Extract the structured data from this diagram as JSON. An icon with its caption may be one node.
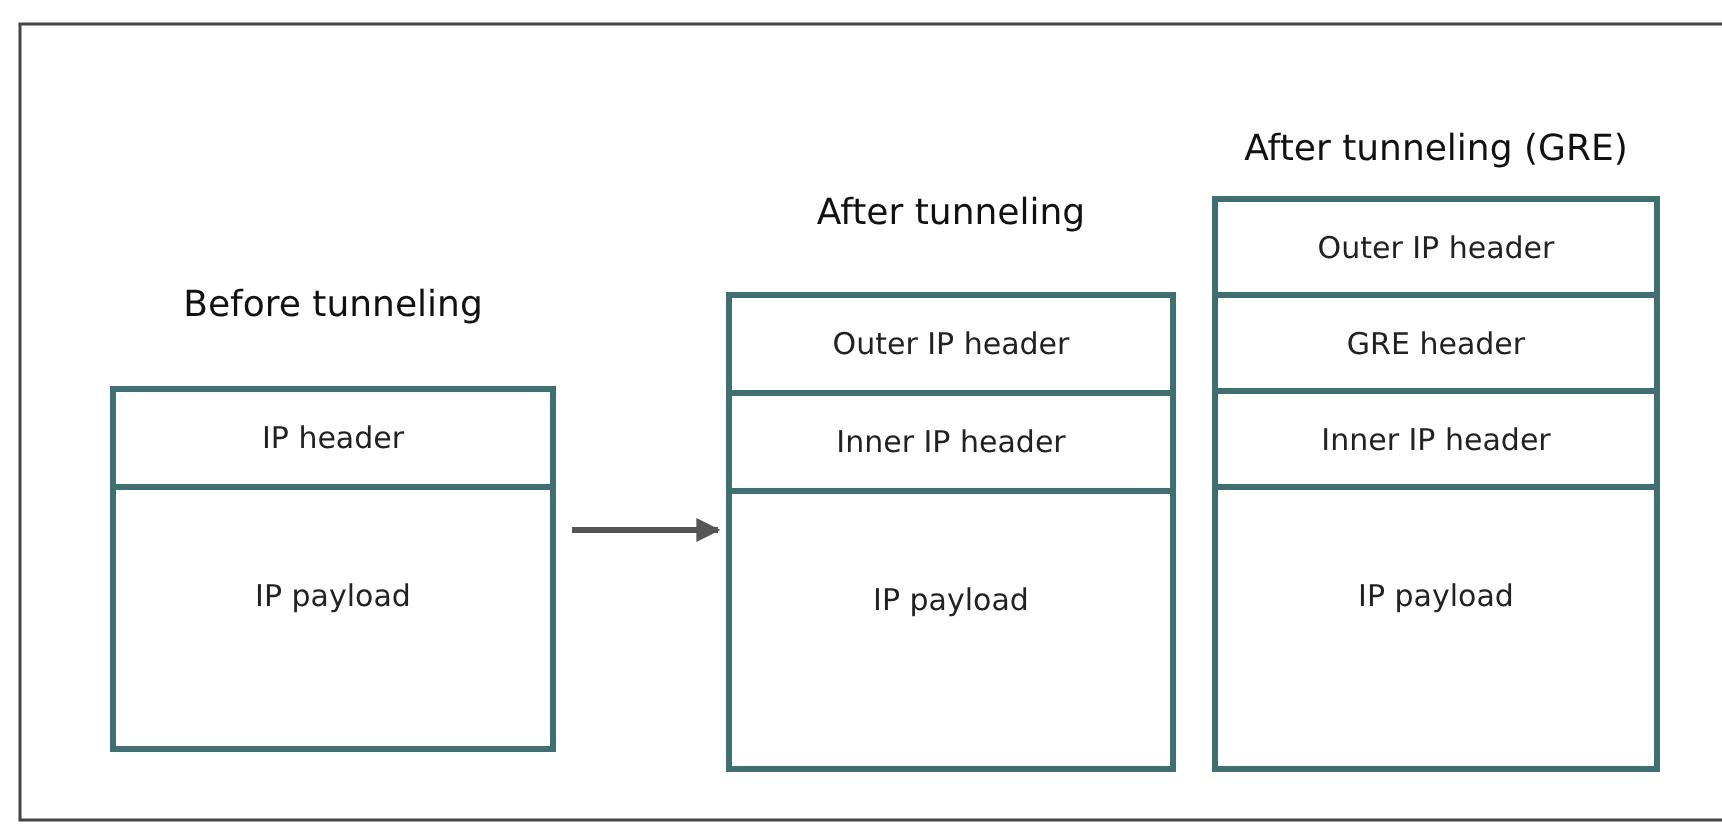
{
  "diagram": {
    "nodes": [
      {
        "text": [
          "Before tunneling"
        ]
      },
      {
        "text": [
          "IP header"
        ],
        "in": 0
      },
      {
        "text": [
          "IP payload"
        ],
        "in": 0
      },
      {
        "text": [
          "After tunneling"
        ]
      },
      {
        "text": [
          "Outer IP header"
        ],
        "in": 3
      },
      {
        "text": [
          "Inner IP header"
        ],
        "in": 3
      },
      {
        "text": [
          "IP payload"
        ],
        "in": 3
      },
      {
        "text": [
          "After tunneling (GRE)"
        ]
      },
      {
        "text": [
          "Outer IP header"
        ],
        "in": 7
      },
      {
        "text": [
          "GRE header"
        ],
        "in": 7
      },
      {
        "text": [
          "Inner IP header"
        ],
        "in": 7
      },
      {
        "text": [
          "IP payload"
        ],
        "in": 7
      }
    ],
    "edges": [
      {
        "from": 0,
        "to": 3,
        "arrow": "to"
      }
    ]
  }
}
